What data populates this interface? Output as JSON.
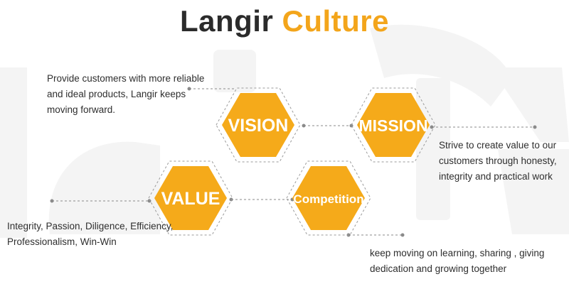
{
  "title": {
    "part1": "Langir",
    "part2": "Culture"
  },
  "colors": {
    "accent": "#f3a51b",
    "title_dark": "#2b2b2b",
    "connector": "#8a8a8a",
    "hex_fill": "#f5aa1a",
    "hex_text": "#ffffff",
    "watermark": "#f4f4f4"
  },
  "nodes": {
    "vision": {
      "label": "VISION",
      "description": "Provide customers with more reliable and ideal products, Langir keeps moving forward."
    },
    "mission": {
      "label": "MISSION",
      "description": "Strive to create value to our customers through honesty, integrity and practical work"
    },
    "value": {
      "label": "VALUE",
      "description": "Integrity, Passion, Diligence, Efficiency, Professionalism, Win-Win"
    },
    "competition": {
      "label": "Competition",
      "description": "keep moving on learning, sharing , giving dedication and growing together"
    }
  }
}
